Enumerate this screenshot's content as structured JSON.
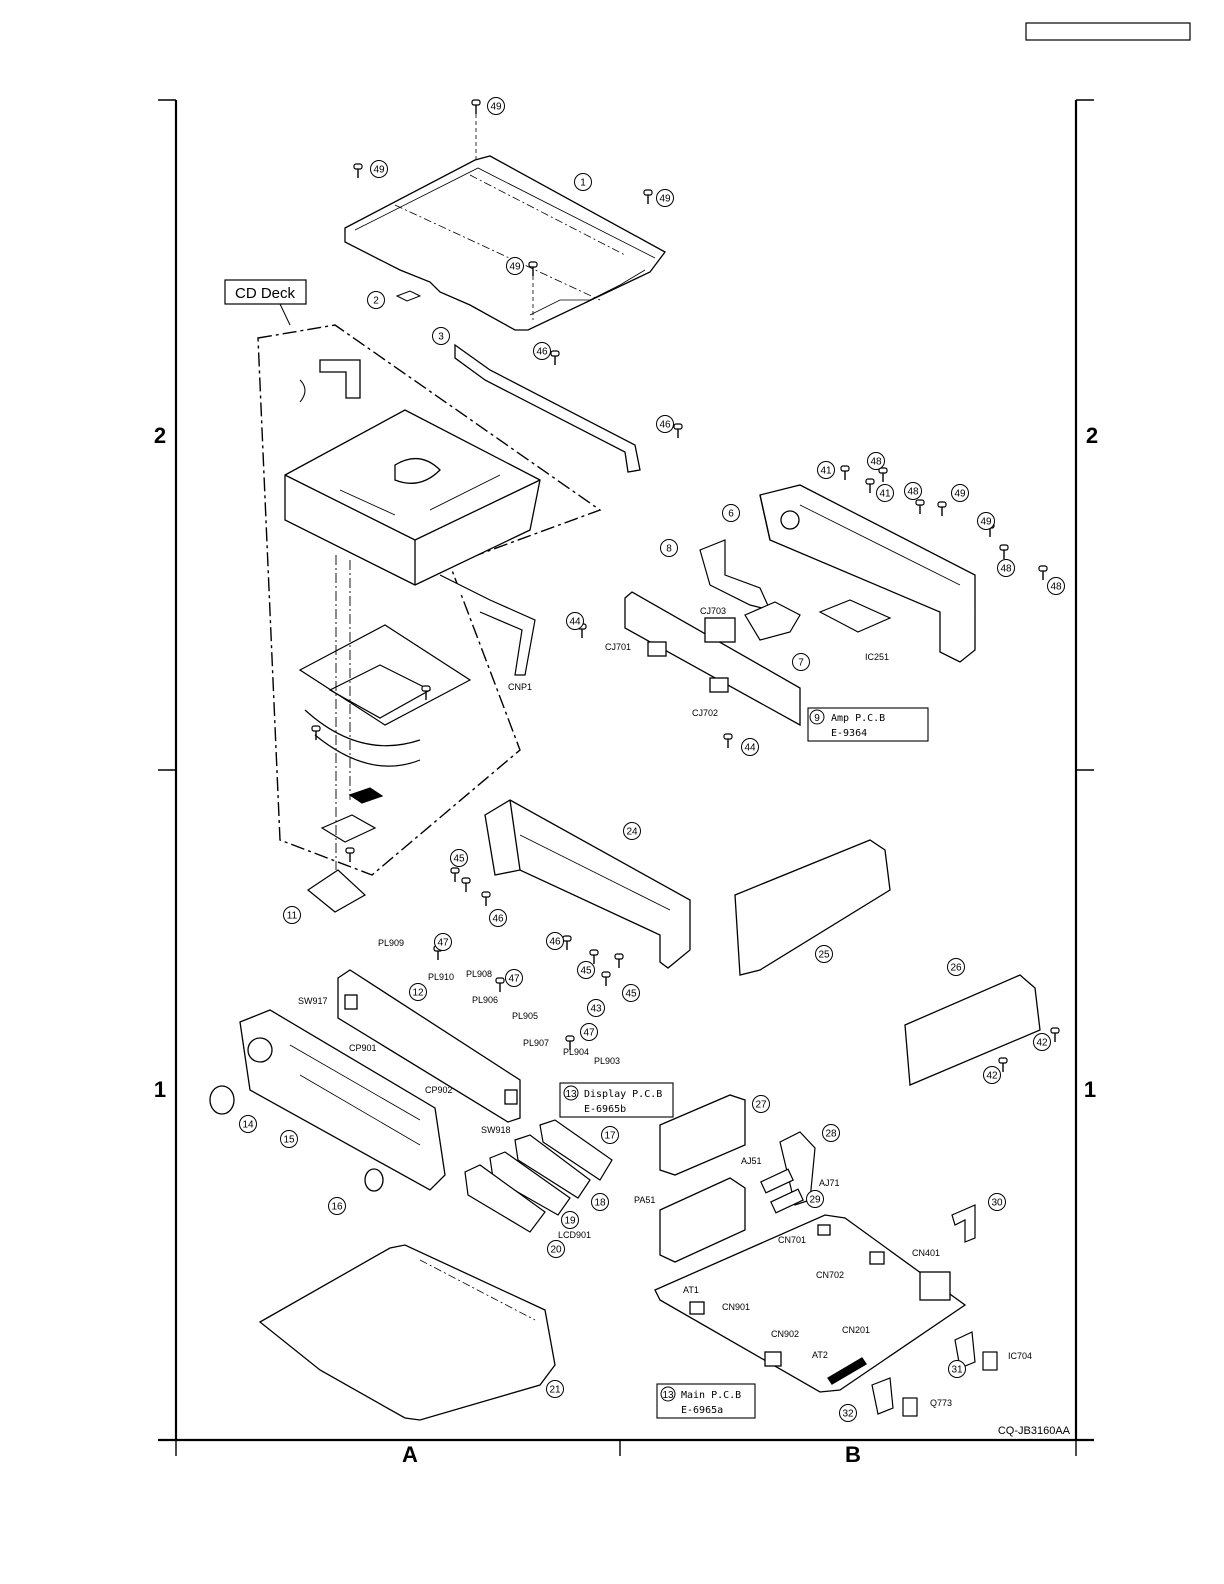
{
  "header_box": "",
  "diagram_code": "CQ-JB3160AA",
  "frame": {
    "row_labels": [
      "2",
      "1"
    ],
    "col_labels": [
      "A",
      "B"
    ]
  },
  "cd_deck_label": "CD Deck",
  "pcb_labels": {
    "amp": {
      "num": "9",
      "name": "Amp P.C.B",
      "code": "E-9364"
    },
    "display": {
      "num": "13",
      "name": "Display P.C.B",
      "code": "E-6965b"
    },
    "main": {
      "num": "13",
      "name": "Main P.C.B",
      "code": "E-6965a"
    }
  },
  "callouts": [
    "49",
    "49",
    "49",
    "49",
    "1",
    "2",
    "3",
    "46",
    "46",
    "41",
    "48",
    "41",
    "48",
    "49",
    "49",
    "48",
    "48",
    "6",
    "8",
    "44",
    "44",
    "7",
    "11",
    "24",
    "45",
    "46",
    "46",
    "45",
    "45",
    "43",
    "25",
    "26",
    "42",
    "42",
    "47",
    "12",
    "47",
    "47",
    "14",
    "15",
    "16",
    "17",
    "18",
    "19",
    "20",
    "27",
    "28",
    "29",
    "30",
    "31",
    "32",
    "21"
  ],
  "ref_labels": [
    "CNP1",
    "CJ703",
    "CJ701",
    "CJ702",
    "IC251",
    "PL909",
    "PL910",
    "PL908",
    "PL906",
    "PL905",
    "PL907",
    "PL904",
    "PL903",
    "SW917",
    "CP901",
    "CP902",
    "SW918",
    "LCD901",
    "AJ51",
    "AJ71",
    "PA51",
    "CN701",
    "CN401",
    "CN702",
    "AT1",
    "CN901",
    "CN902",
    "AT2",
    "CN201",
    "IC704",
    "Q773"
  ]
}
